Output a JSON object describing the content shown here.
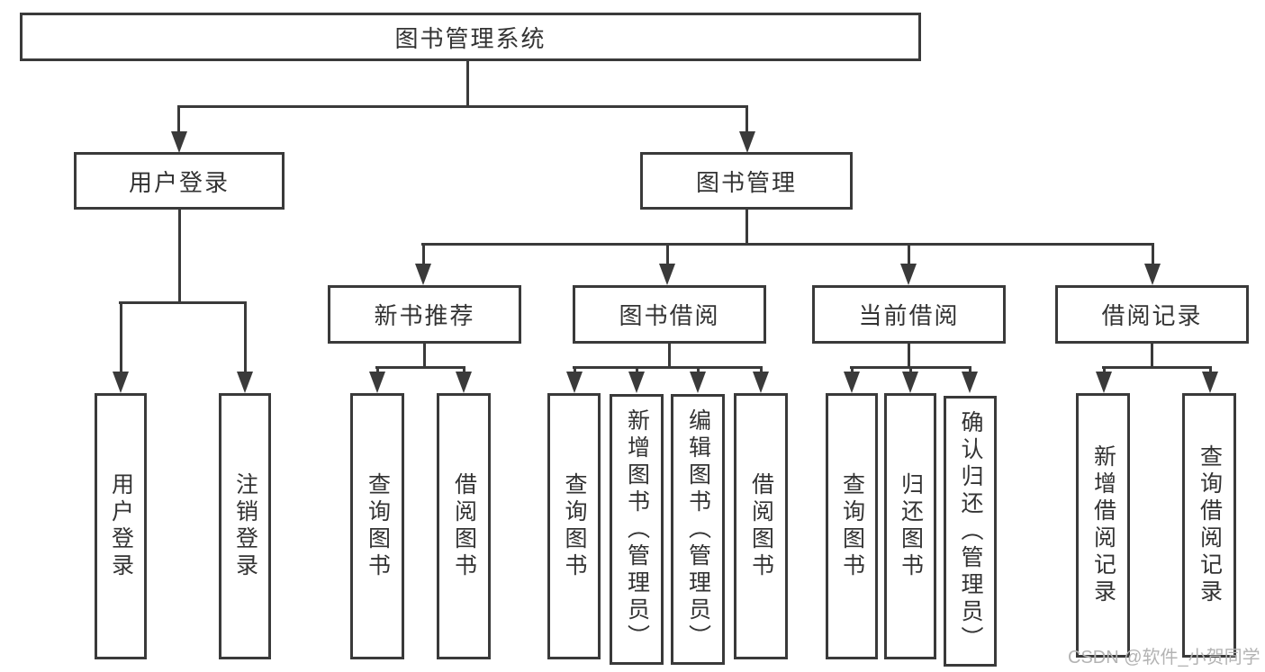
{
  "tree": {
    "root": {
      "label": "图书管理系统"
    },
    "user": {
      "label": "用户登录",
      "children": [
        {
          "label": "用户登录"
        },
        {
          "label": "注销登录"
        }
      ]
    },
    "books": {
      "label": "图书管理",
      "children": [
        {
          "label": "新书推荐",
          "children": [
            {
              "label": "查询图书"
            },
            {
              "label": "借阅图书"
            }
          ]
        },
        {
          "label": "图书借阅",
          "children": [
            {
              "label": "查询图书"
            },
            {
              "label": "新增图书（管理员）"
            },
            {
              "label": "编辑图书（管理员）"
            },
            {
              "label": "借阅图书"
            }
          ]
        },
        {
          "label": "当前借阅",
          "children": [
            {
              "label": "查询图书"
            },
            {
              "label": "归还图书"
            },
            {
              "label": "确认归还（管理员）"
            }
          ]
        },
        {
          "label": "借阅记录",
          "children": [
            {
              "label": "新增借阅记录"
            },
            {
              "label": "查询借阅记录"
            }
          ]
        }
      ]
    }
  },
  "watermark": "CSDN @软件_小贺同学",
  "colors": {
    "line": "#3a3a3a",
    "text": "#333333",
    "background": "#ffffff",
    "watermark": "#b3b3b3"
  }
}
